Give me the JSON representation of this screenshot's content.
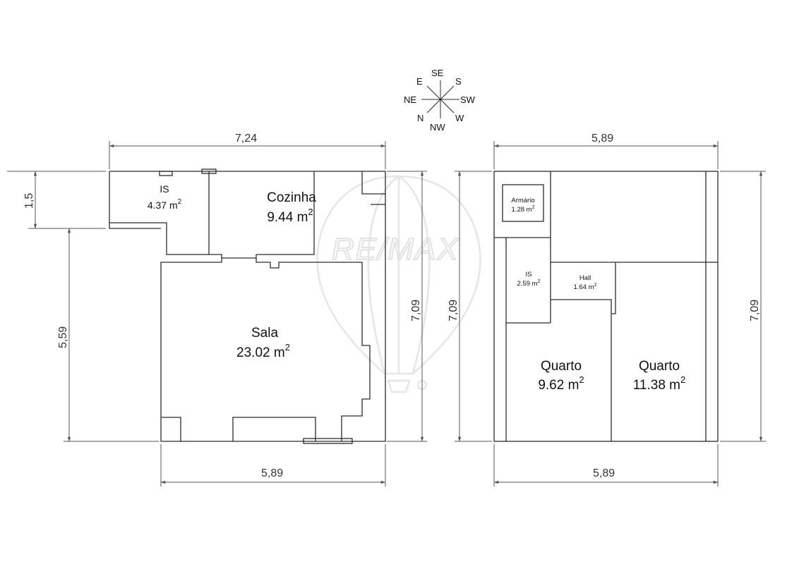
{
  "compass": {
    "labels": {
      "se": "SE",
      "e": "E",
      "s": "S",
      "ne": "NE",
      "sw": "SW",
      "n": "N",
      "w": "W",
      "nw": "NW"
    }
  },
  "watermark": {
    "text": "RE/MAX"
  },
  "floor_left": {
    "dimensions": {
      "top": "7,24",
      "bottom": "5,89",
      "left_upper": "1,5",
      "left_lower": "5,59",
      "right": "7,09"
    },
    "rooms": {
      "is": {
        "name": "IS",
        "area": "4.37 m",
        "sup": "2"
      },
      "cozinha": {
        "name": "Cozinha",
        "area": "9.44 m",
        "sup": "2"
      },
      "sala": {
        "name": "Sala",
        "area": "23.02 m",
        "sup": "2"
      }
    }
  },
  "floor_right": {
    "dimensions": {
      "top": "5,89",
      "bottom": "5,89",
      "left": "7,09",
      "right": "7,09"
    },
    "rooms": {
      "armario": {
        "name": "Armário",
        "area": "1.28 m",
        "sup": "2"
      },
      "is": {
        "name": "IS",
        "area": "2.59 m",
        "sup": "2"
      },
      "hall": {
        "name": "Hall",
        "area": "1.64 m",
        "sup": "2"
      },
      "quarto1": {
        "name": "Quarto",
        "area": "9.62 m",
        "sup": "2"
      },
      "quarto2": {
        "name": "Quarto",
        "area": "11.38 m",
        "sup": "2"
      }
    }
  }
}
